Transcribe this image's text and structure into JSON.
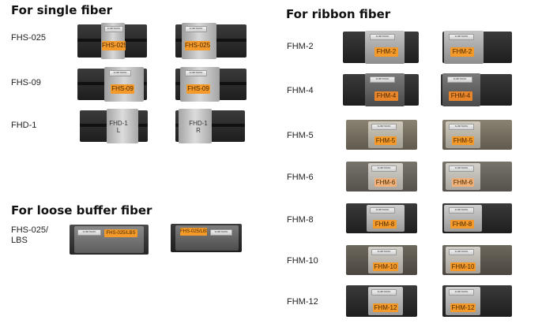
{
  "sections": {
    "single": {
      "title": "For single fiber"
    },
    "loose": {
      "title": "For loose buffer fiber"
    },
    "ribbon": {
      "title": "For ribbon fiber"
    }
  },
  "single_rows": [
    {
      "label": "FHS-025",
      "left_tag": "FHS-025",
      "right_tag": "FHS-025"
    },
    {
      "label": "FHS-09",
      "left_tag": "FHS-09",
      "right_tag": "FHS-09"
    },
    {
      "label": "FHD-1",
      "left_tag": "FHD-1 L",
      "right_tag": "FHD-1 R"
    }
  ],
  "loose_rows": [
    {
      "label_line1": "FHS-025/",
      "label_line2": "LBS",
      "left_tag": "FHS-025/LBS",
      "right_tag": "FHS-025/LBS"
    }
  ],
  "ribbon_rows": [
    {
      "label": "FHM-2",
      "left_tag": "FHM-2",
      "right_tag": "FHM-2"
    },
    {
      "label": "FHM-4",
      "left_tag": "FHM-4",
      "right_tag": "FHM-4"
    },
    {
      "label": "FHM-5",
      "left_tag": "FHM-5",
      "right_tag": "FHM-5"
    },
    {
      "label": "FHM-6",
      "left_tag": "FHM-6",
      "right_tag": "FHM-6"
    },
    {
      "label": "FHM-8",
      "left_tag": "FHM-8",
      "right_tag": "FHM-8"
    },
    {
      "label": "FHM-10",
      "left_tag": "FHM-10",
      "right_tag": "FHM-10"
    },
    {
      "label": "FHM-12",
      "left_tag": "FHM-12",
      "right_tag": "FHM-12"
    }
  ],
  "plate_text": "SUMITOMO ELECTRIC",
  "colors": {
    "tag_orange": "#f39a2b",
    "holder_dark": "#2b2b2b",
    "holder_tan": "#7c7466",
    "metal": "#b9b9b9"
  }
}
